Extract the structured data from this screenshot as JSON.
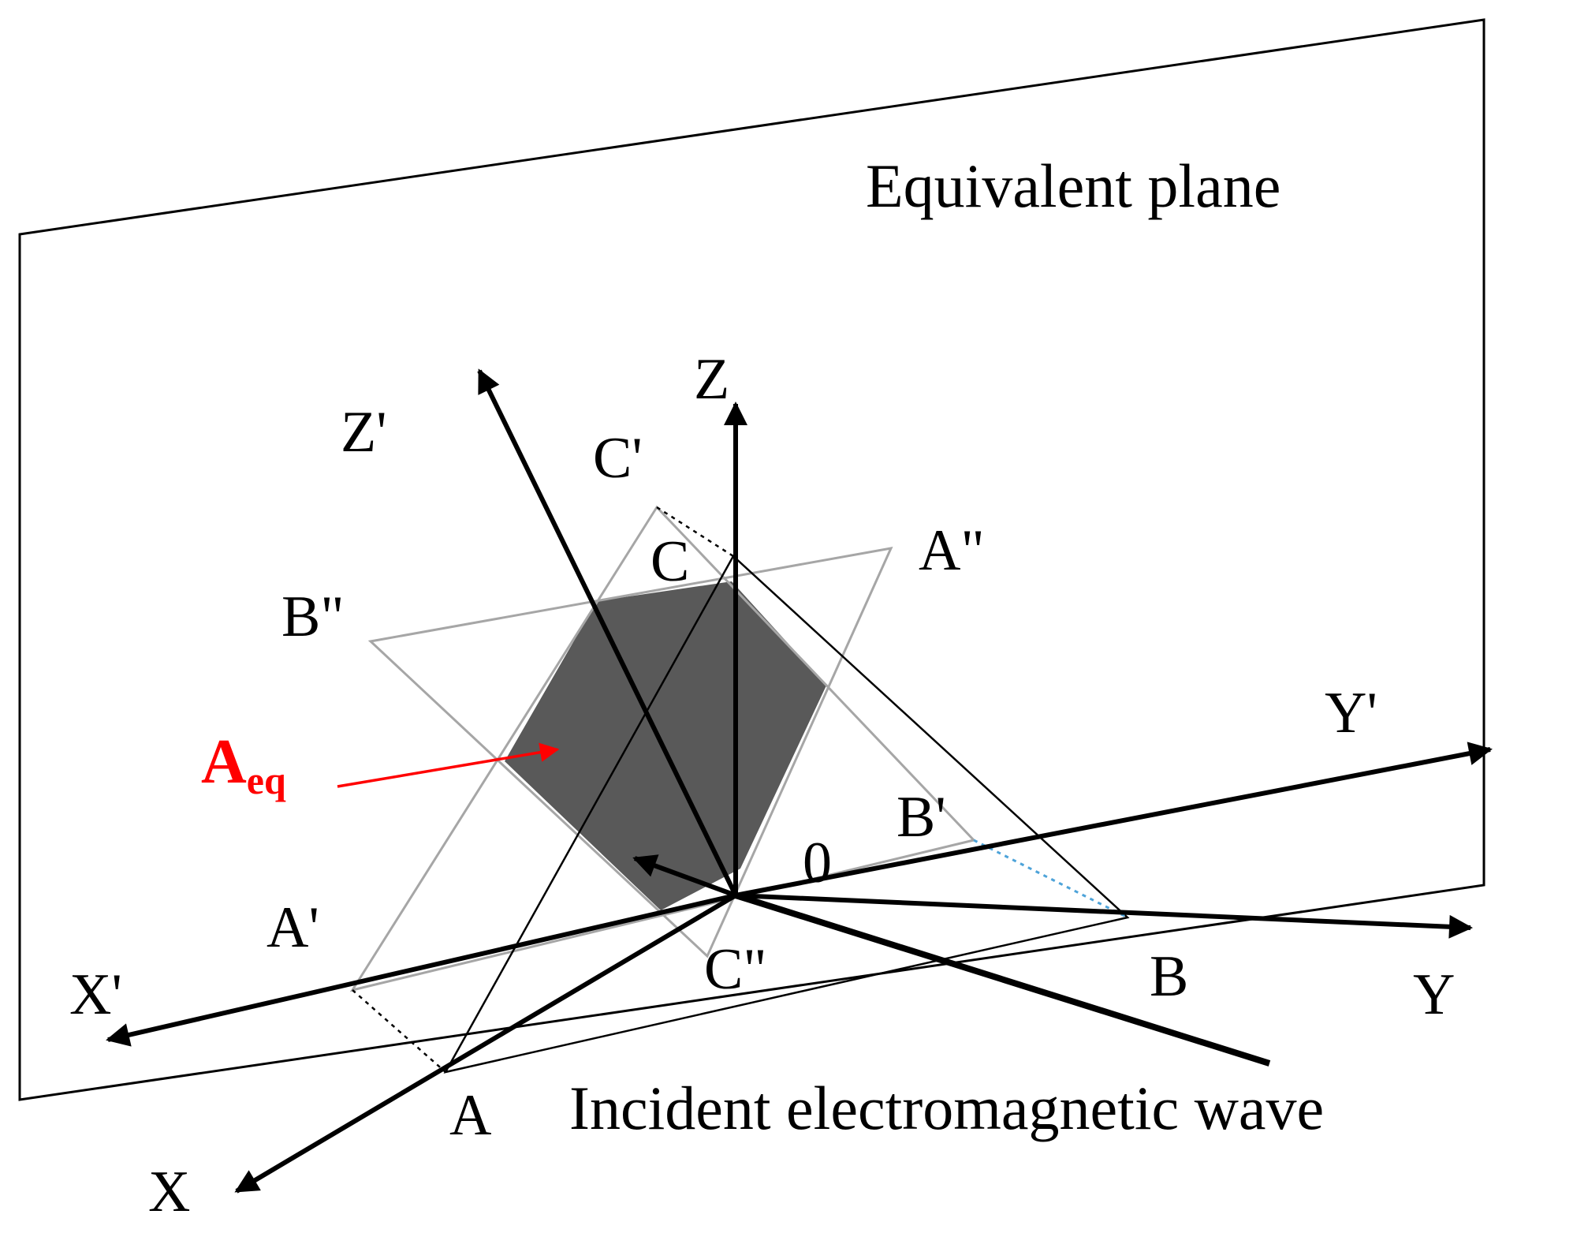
{
  "labels": {
    "plane": "Equivalent plane",
    "wave": "Incident electromagnetic wave",
    "x_axis": "X",
    "y_axis": "Y",
    "z_axis": "Z",
    "x_prime": "X'",
    "y_prime": "Y'",
    "z_prime": "Z'",
    "origin": "0",
    "point_a": "A",
    "point_b": "B",
    "point_c": "C",
    "point_a_prime": "A'",
    "point_b_prime": "B'",
    "point_c_prime": "C'",
    "point_a_dprime": "A\"",
    "point_b_dprime": "B\"",
    "point_c_dprime": "C\"",
    "aeq_main": "A",
    "aeq_sub": "eq"
  },
  "colors": {
    "line": "#000000",
    "projection": "#a6a6a6",
    "area_fill": "#595959",
    "highlight": "#ff0000",
    "dotted_blue": "#4da3d9"
  }
}
